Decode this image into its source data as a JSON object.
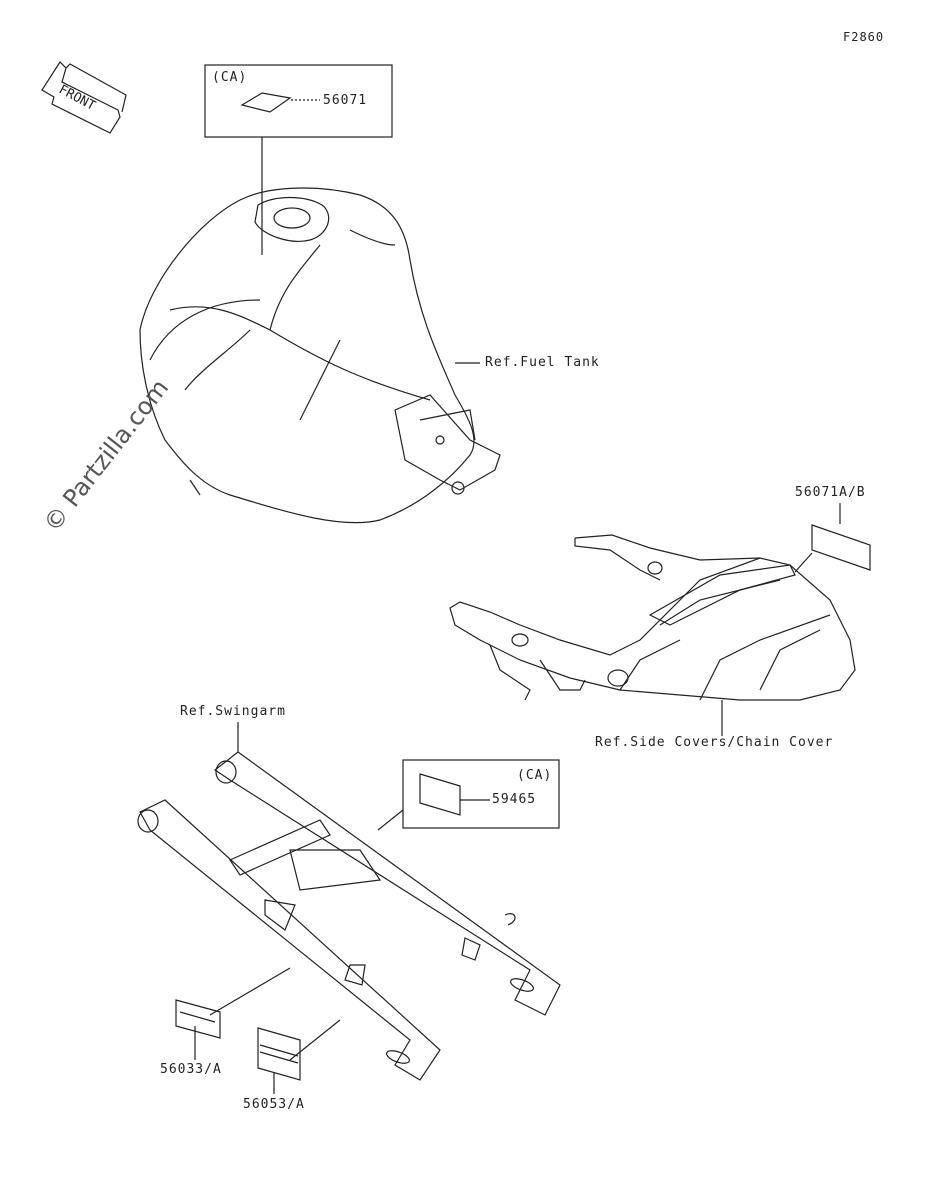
{
  "figure_id": "F2860",
  "watermark": "© Partzilla.com",
  "front_marker": "FRONT",
  "labels": {
    "ca_top": "(CA)",
    "part_56071": "56071",
    "ref_fuel_tank": "Ref.Fuel Tank",
    "part_56071ab": "56071A/B",
    "ref_side_covers": "Ref.Side Covers/Chain Cover",
    "ref_swingarm": "Ref.Swingarm",
    "ca_mid": "(CA)",
    "part_59465": "59465",
    "part_56033a": "56033/A",
    "part_56053a": "56053/A"
  }
}
